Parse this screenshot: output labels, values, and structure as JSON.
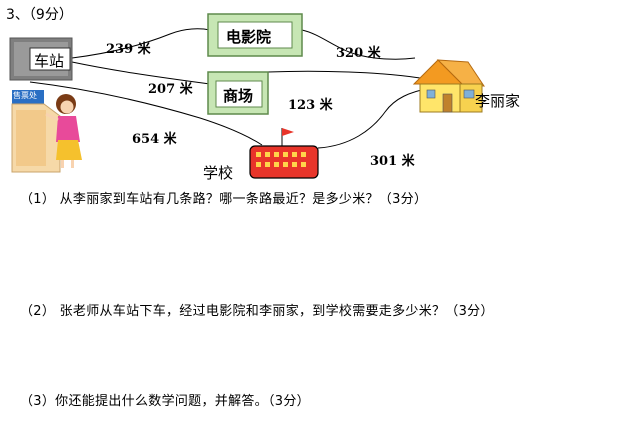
{
  "problem": {
    "heading": "3、（9分）"
  },
  "places": {
    "station": "车站",
    "ticket_office": "售票处",
    "cinema": "电影院",
    "mall": "商场",
    "school": "学校",
    "home": "李丽家"
  },
  "distances": {
    "station_cinema": "239 米",
    "cinema_home": "320 米",
    "station_mall": "207 米",
    "mall_home": "123 米",
    "station_school": "654 米",
    "school_home": "301 米"
  },
  "questions": {
    "q1": "（1）  从李丽家到车站有几条路？哪一条路最近？是多少米？（3分）",
    "q2": "（2）   张老师从车站下车，经过电影院和李丽家，到学校需要走多少米？（3分）",
    "q3": "（3）你还能提出什么数学问题，并解答。（3分）"
  },
  "colors": {
    "sign_fill": "#c7e6b4",
    "school_red": "#e8352a",
    "roof_orange": "#f39a21",
    "house_yellow": "#ffe56a",
    "station_gray": "#8c8c8c"
  }
}
